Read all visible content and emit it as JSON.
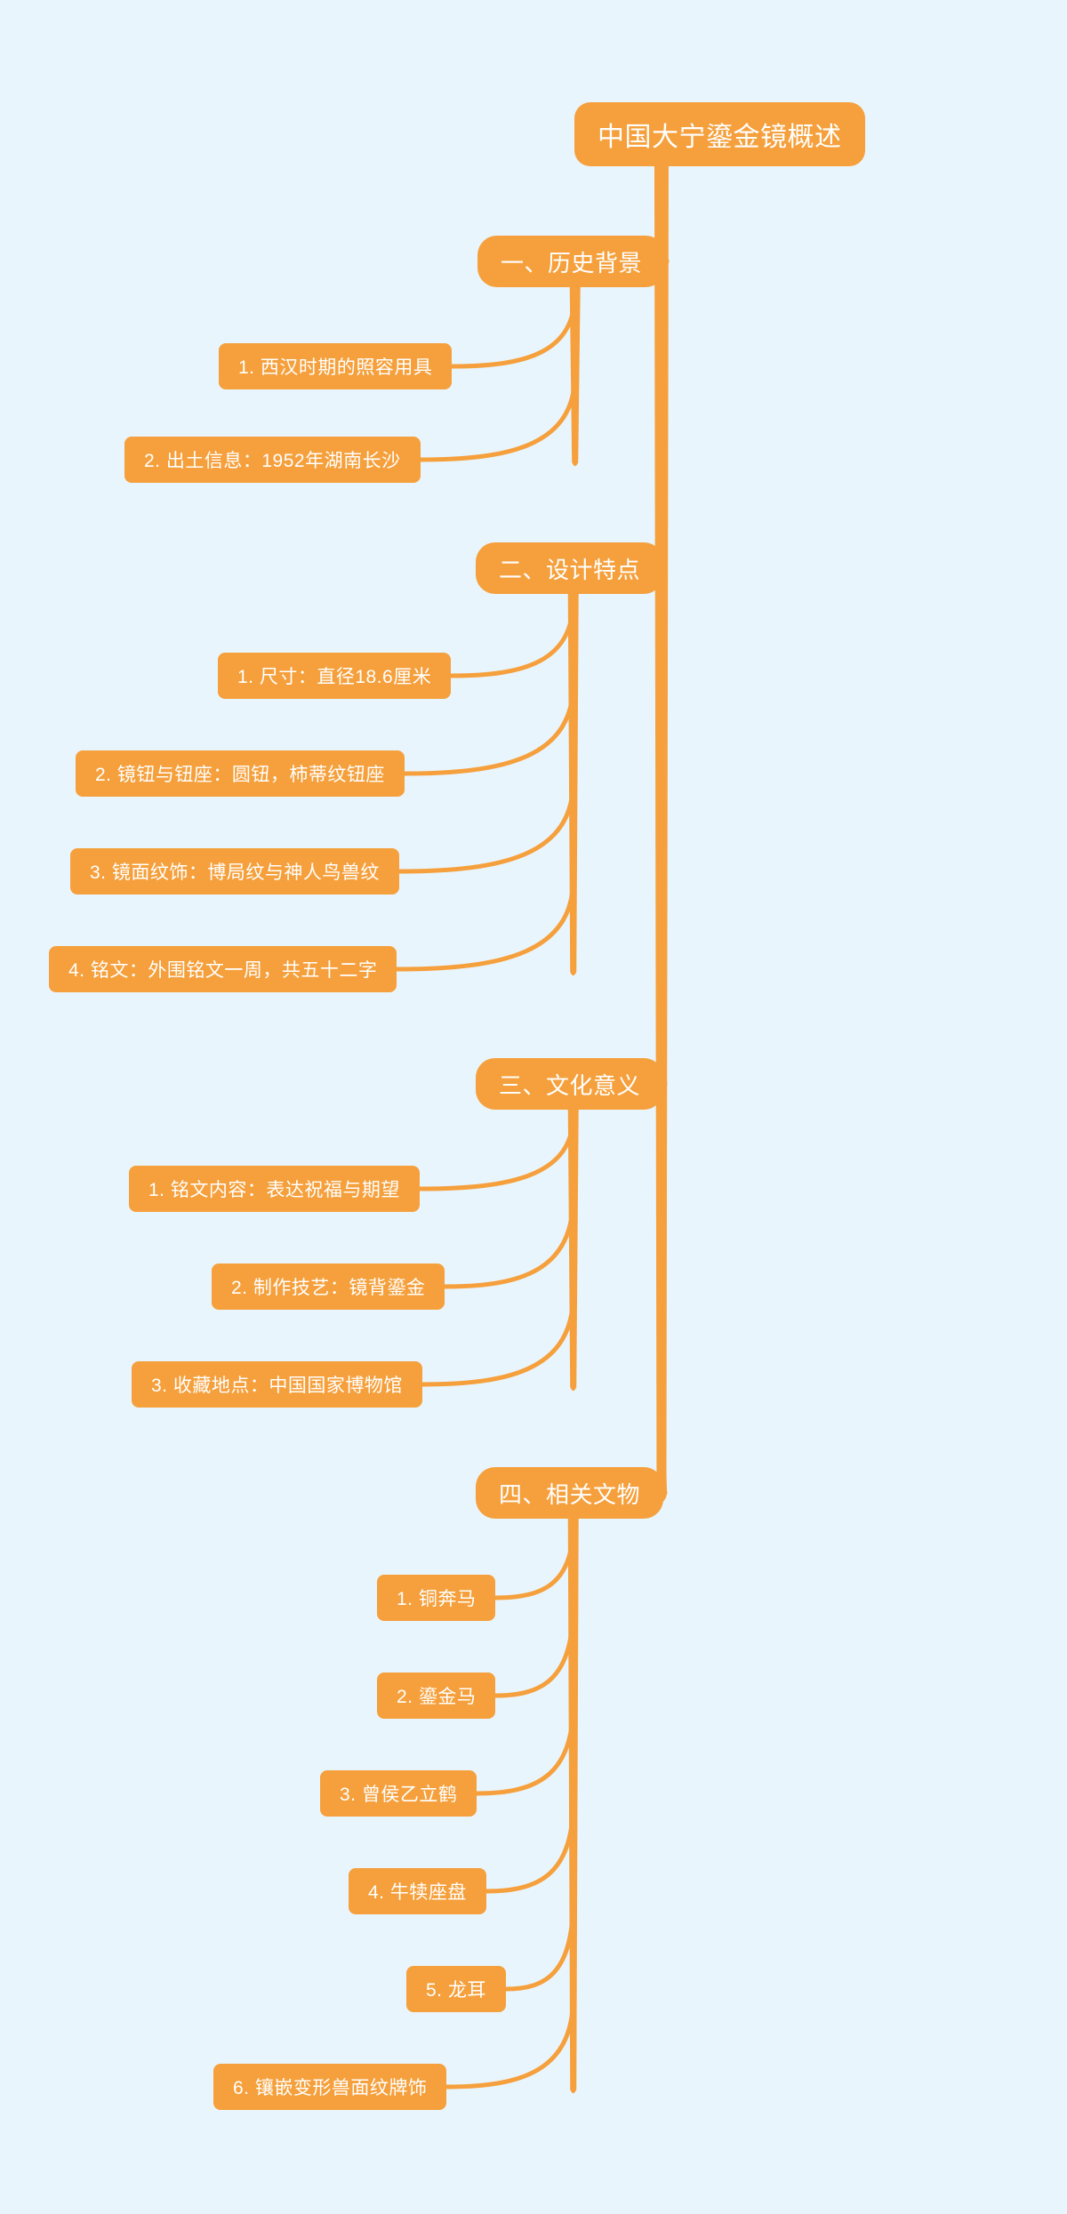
{
  "theme": {
    "background_color": "#e9f5fd",
    "node_color": "#f5a03c",
    "node_text_color": "#ffffff",
    "connector_color": "#f5a03c"
  },
  "mindmap": {
    "root": {
      "label": "中国大宁鎏金镜概述"
    },
    "branches": [
      {
        "label": "一、历史背景",
        "children": [
          {
            "label": "1. 西汉时期的照容用具"
          },
          {
            "label": "2. 出土信息：1952年湖南长沙"
          }
        ]
      },
      {
        "label": "二、设计特点",
        "children": [
          {
            "label": "1. 尺寸：直径18.6厘米"
          },
          {
            "label": "2. 镜钮与钮座：圆钮，柿蒂纹钮座"
          },
          {
            "label": "3. 镜面纹饰：博局纹与神人鸟兽纹"
          },
          {
            "label": "4. 铭文：外围铭文一周，共五十二字"
          }
        ]
      },
      {
        "label": "三、文化意义",
        "children": [
          {
            "label": "1. 铭文内容：表达祝福与期望"
          },
          {
            "label": "2. 制作技艺：镜背鎏金"
          },
          {
            "label": "3. 收藏地点：中国国家博物馆"
          }
        ]
      },
      {
        "label": "四、相关文物",
        "children": [
          {
            "label": "1. 铜奔马"
          },
          {
            "label": "2. 鎏金马"
          },
          {
            "label": "3. 曾侯乙立鹤"
          },
          {
            "label": "4. 牛犊座盘"
          },
          {
            "label": "5. 龙耳"
          },
          {
            "label": "6. 镶嵌变形兽面纹牌饰"
          }
        ]
      }
    ]
  }
}
